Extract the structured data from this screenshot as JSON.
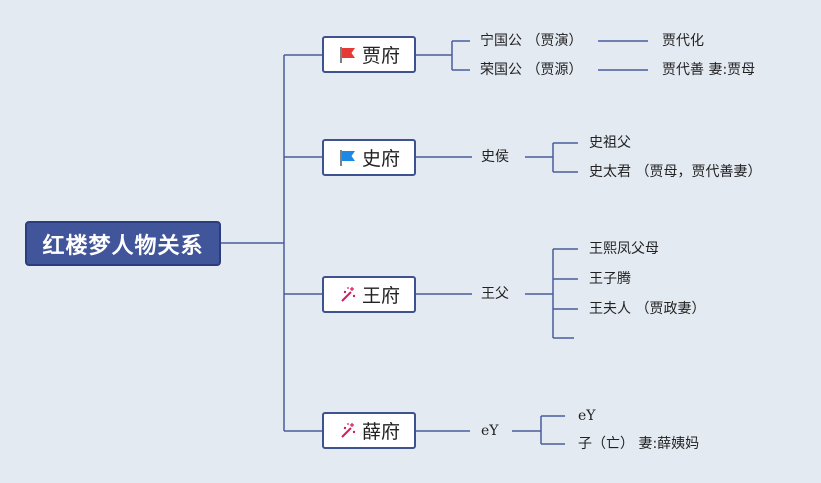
{
  "root": {
    "label": "红楼梦人物关系"
  },
  "houses": [
    {
      "label": "贾府",
      "icon": "red-flag-icon",
      "icon_color": "#e53935"
    },
    {
      "label": "史府",
      "icon": "blue-flag-icon",
      "icon_color": "#1e88e5"
    },
    {
      "label": "王府",
      "icon": "sparkle-icon",
      "icon_color": "#d81b60"
    },
    {
      "label": "薛府",
      "icon": "sparkle-icon",
      "icon_color": "#d81b60"
    }
  ],
  "jia": {
    "branches": [
      {
        "label": "宁国公 （贾演）",
        "child": "贾代化"
      },
      {
        "label": "荣国公 （贾源）",
        "child": "贾代善 妻:贾母"
      }
    ]
  },
  "shi": {
    "head": "史侯",
    "children": [
      "史祖父",
      "史太君 （贾母，贾代善妻）"
    ]
  },
  "wang": {
    "head": "王父",
    "children": [
      "王熙凤父母",
      "王子腾",
      "王夫人 （贾政妻）",
      ""
    ]
  },
  "xue": {
    "head": "eY",
    "children": [
      "eY",
      "子（亡） 妻:薛姨妈"
    ]
  },
  "colors": {
    "line": "#4a5d9a",
    "root_fill": "#41559b",
    "background": "#e4eaf2"
  }
}
